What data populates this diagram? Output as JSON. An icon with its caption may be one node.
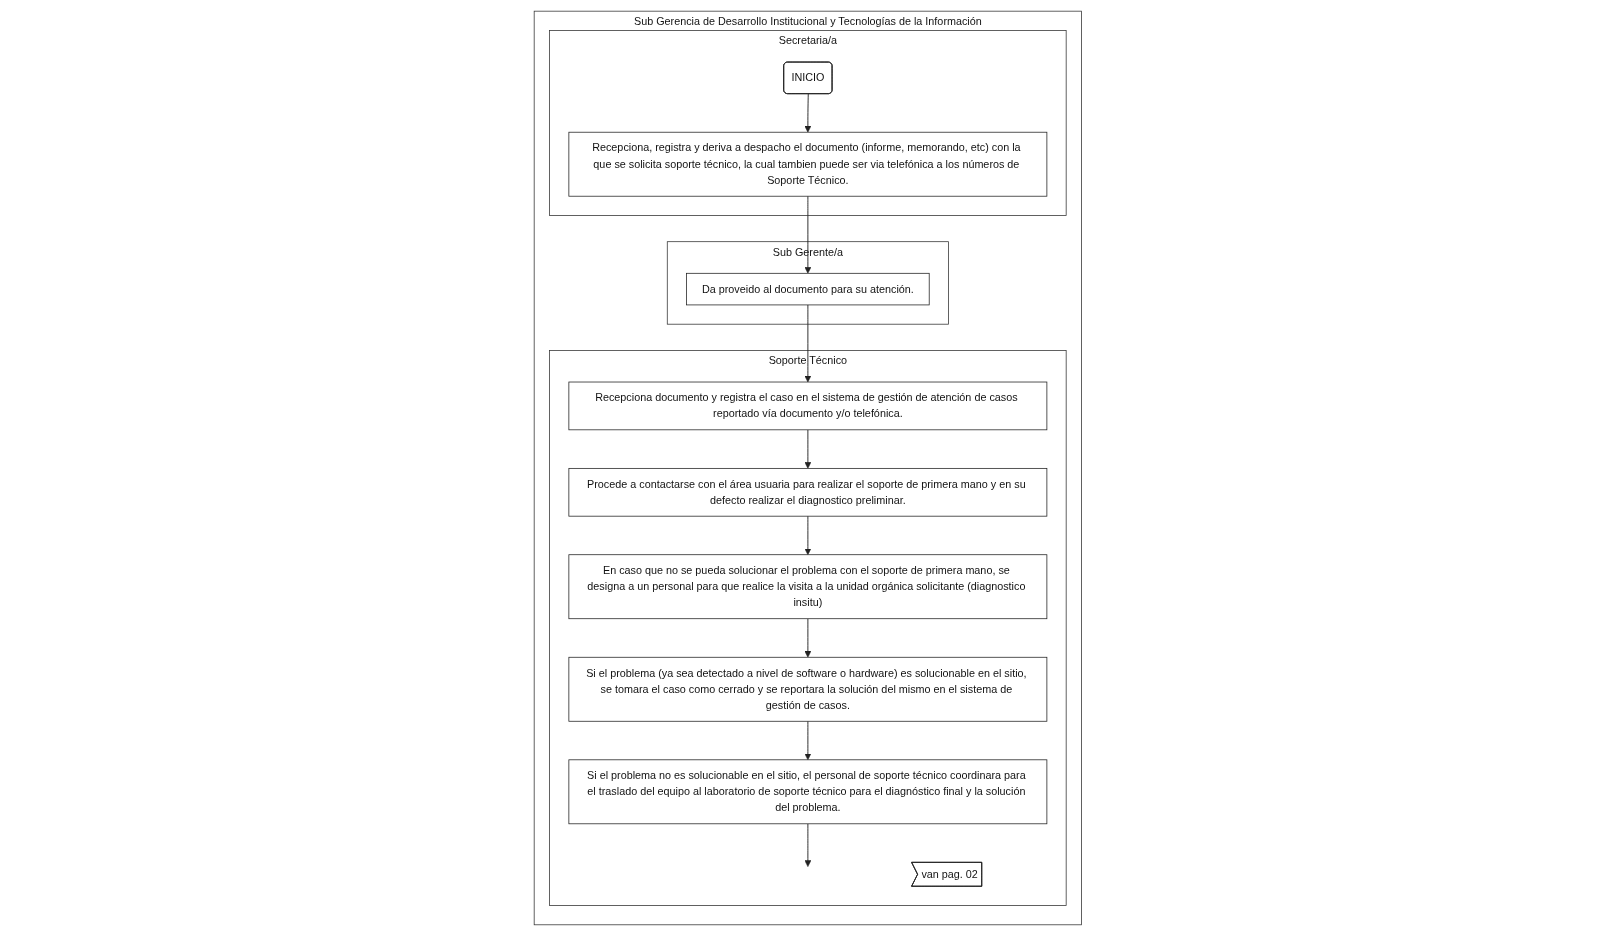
{
  "diagram": {
    "nodes": [
      {
        "text": [
          "Sub Gerencia de Desarrollo Institucional y Tecnologías de la Información"
        ]
      },
      {
        "text": [
          "Secretaria/a"
        ],
        "in": 0
      },
      {
        "text": [
          "Sub Gerente/a"
        ],
        "in": 0
      },
      {
        "text": [
          "Soporte Técnico"
        ],
        "in": 0
      },
      {
        "text": [
          "INICIO"
        ],
        "in": 1
      },
      {
        "text": [
          "Recepciona, registra y deriva a despacho el documento (informe, memorando, etc) con la que se solicita soporte técnico, la cual tambien puede ser via telefónica a los números de Soporte Técnico."
        ],
        "in": 1
      },
      {
        "text": [
          "Da proveido al documento para su atención."
        ],
        "in": 2
      },
      {
        "text": [
          "Recepciona documento y registra el caso en el sistema de gestión de atención de casos reportado vía documento y/o telefónica."
        ],
        "in": 3
      },
      {
        "text": [
          "Procede a contactarse con el área usuaria para realizar el soporte de primera mano y en su defecto realizar el diagnostico preliminar."
        ],
        "in": 3
      },
      {
        "text": [
          "En caso que no se pueda solucionar el problema con el soporte de primera mano, se designa a un personal para que realice la visita a la unidad orgánica solicitante (diagnostico insitu)"
        ],
        "in": 3
      },
      {
        "text": [
          "Si el problema (ya sea detectado a nivel de software o hardware) es solucionable en el sitio, se tomara el caso como cerrado y se reportara la solución del mismo en el sistema de gestión de casos."
        ],
        "in": 3
      },
      {
        "text": [
          "Si el problema no es solucionable en el sitio, el personal de soporte técnico coordinara para el traslado del equipo al laboratorio de soporte técnico para el diagnóstico final y la solución del problema."
        ],
        "in": 3
      },
      {
        "text": [
          "van pag. 02"
        ],
        "in": 3
      }
    ],
    "edges": [
      {
        "from": 4,
        "to": 5,
        "arrow": "to"
      },
      {
        "from": 5,
        "to": 6,
        "arrow": "to"
      },
      {
        "from": 6,
        "to": 7,
        "arrow": "to"
      },
      {
        "from": 7,
        "to": 8,
        "arrow": "to"
      },
      {
        "from": 8,
        "to": 9,
        "arrow": "to"
      },
      {
        "from": 9,
        "to": 10,
        "arrow": "to"
      },
      {
        "from": 10,
        "to": 11,
        "arrow": "to"
      },
      {
        "from": 11,
        "to": null,
        "arrow": "to"
      }
    ]
  }
}
